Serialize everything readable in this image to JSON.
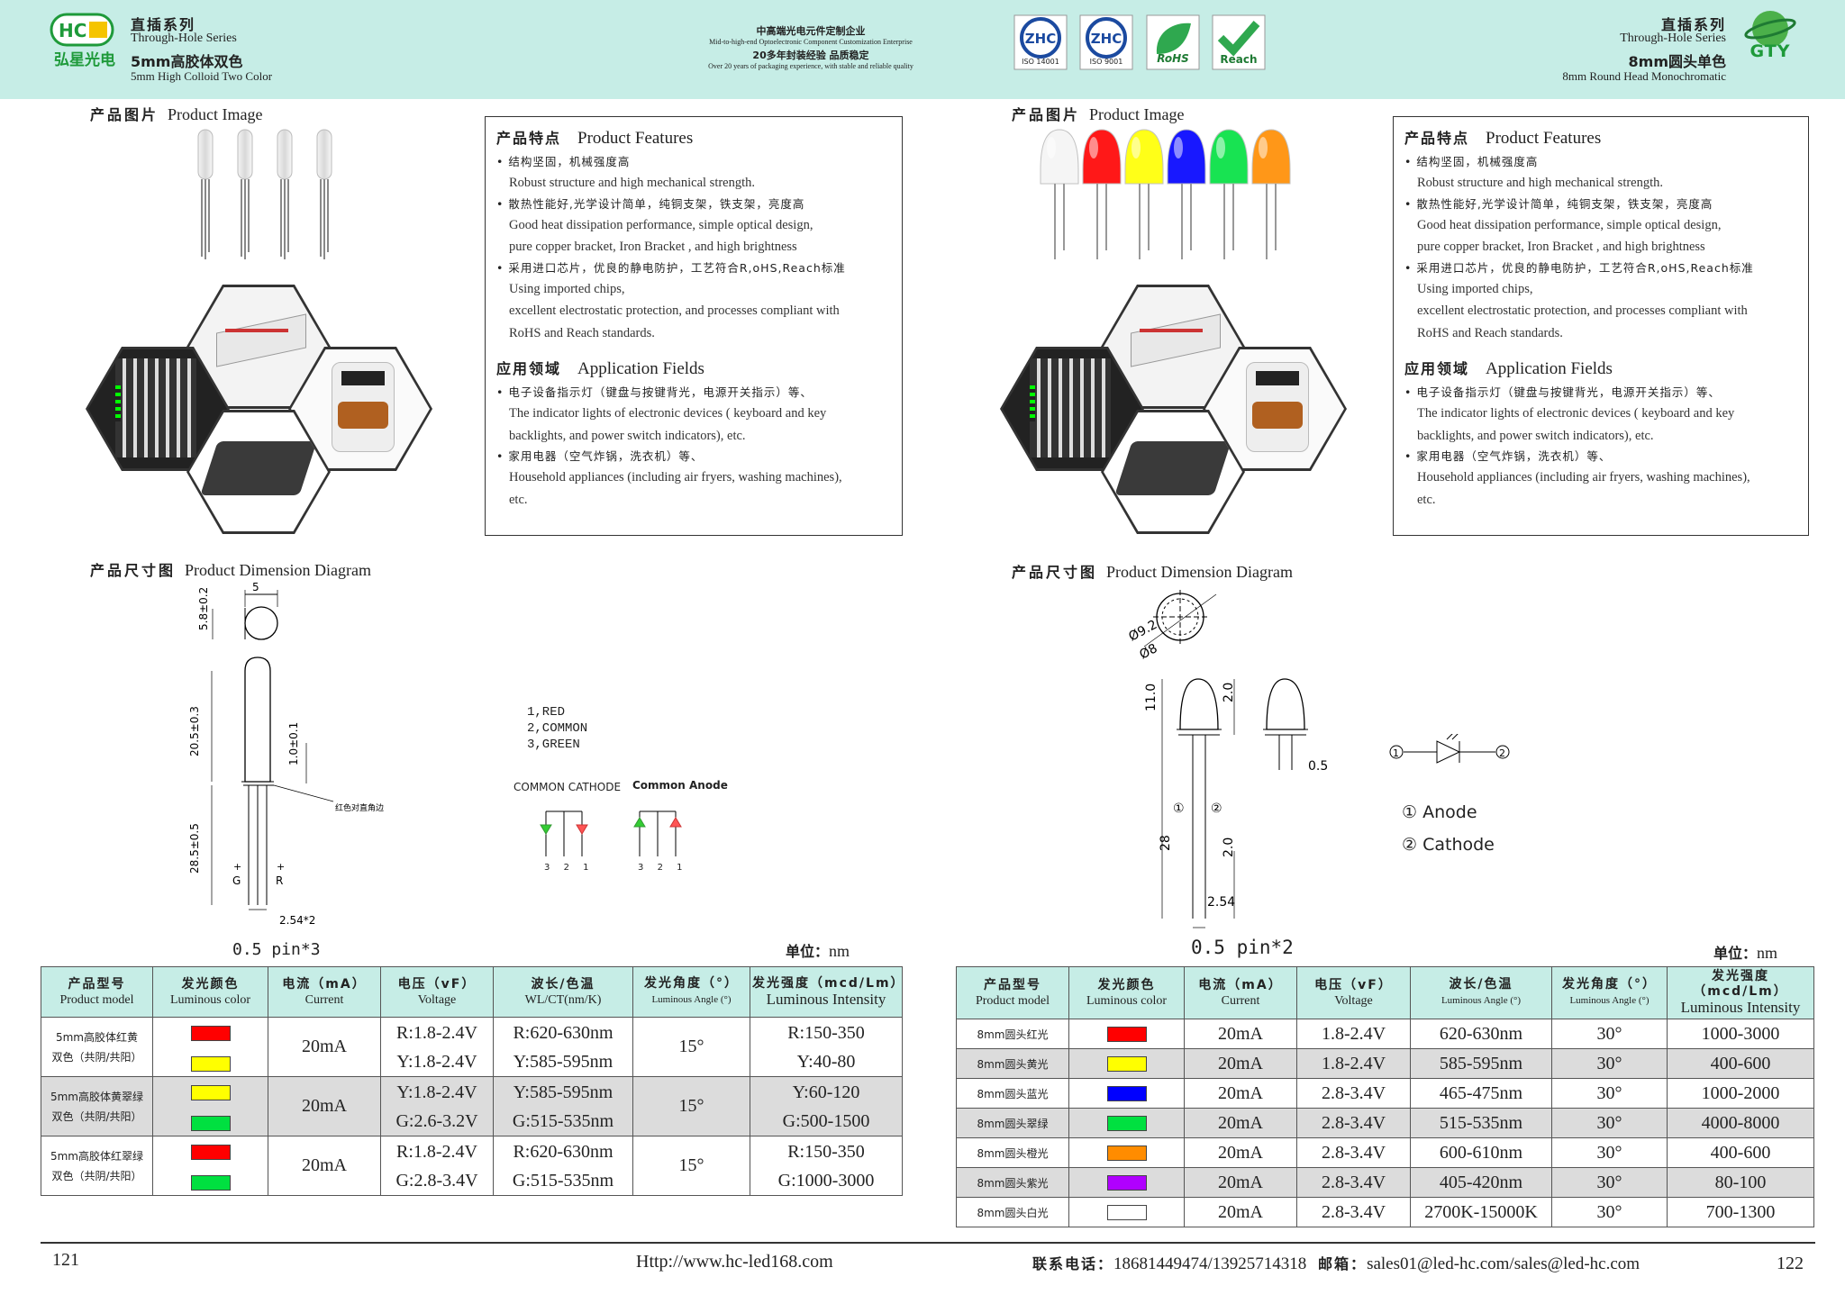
{
  "header": {
    "left_brand": "弘星光电",
    "left_logo_text": "HC",
    "left_series_cn": "直插系列",
    "left_series_en": "Through-Hole Series",
    "left_product_cn": "5mm高胶体双色",
    "left_product_en": "5mm High Colloid Two Color",
    "center_cn1": "中高端光电元件定制企业",
    "center_en1": "Mid-to-high-end Optoelectronic Component Customization Enterprise",
    "center_cn2": "20多年封装经验 品质稳定",
    "center_en2": "Over 20 years of packaging experience, with stable and reliable quality",
    "cert1": "ISO 14001",
    "cert2": "ISO 9001",
    "cert3": "RoHS",
    "cert4": "Reach",
    "right_series_cn": "直插系列",
    "right_series_en": "Through-Hole Series",
    "right_product_cn": "8mm圆头单色",
    "right_product_en": "8mm Round Head Monochromatic",
    "right_logo": "GTY"
  },
  "left": {
    "image_title_cn": "产品图片",
    "image_title_en": "Product Image",
    "features": {
      "title_cn": "产品特点",
      "title_en": "Product Features",
      "items": [
        {
          "cn": "结构坚固，机械强度高",
          "en": [
            "Robust structure and high mechanical strength."
          ]
        },
        {
          "cn": "散热性能好,光学设计简单，纯铜支架，铁支架，亮度高",
          "en": [
            "Good heat dissipation performance, simple optical design,",
            "pure copper bracket, Iron Bracket , and high brightness"
          ]
        },
        {
          "cn": "采用进口芯片，优良的静电防护，工艺符合R,oHS,Reach标准",
          "en": [
            "Using imported chips,",
            "excellent electrostatic protection, and processes compliant with",
            "RoHS and Reach standards."
          ]
        }
      ],
      "app_title_cn": "应用领域",
      "app_title_en": "Application Fields",
      "apps": [
        {
          "cn": "电子设备指示灯（键盘与按键背光，电源开关指示）等、",
          "en": [
            "The indicator lights of electronic devices ( keyboard and key",
            "backlights, and power switch indicators), etc."
          ]
        },
        {
          "cn": "家用电器（空气炸锅，洗衣机）等、",
          "en": [
            "Household appliances (including air fryers, washing machines),",
            "etc."
          ]
        }
      ]
    },
    "dim_title_cn": "产品尺寸图",
    "dim_title_en": "Product Dimension Diagram",
    "dims": {
      "w": "5",
      "h1": "5.8±0.2",
      "h2": "20.5±0.3",
      "lead": "1.0±0.1",
      "pin": "28.5±0.5",
      "pitch": "2.54*2",
      "note": "红色对直角边",
      "g": "G",
      "r": "R",
      "pin_note": "0.5  pin*3"
    },
    "pins": [
      "1,RED",
      "2,COMMON",
      "3,GREEN"
    ],
    "cc_label": "COMMON CATHODE",
    "ca_label": "Common Anode",
    "pin_nums": [
      "3",
      "2",
      "1"
    ],
    "unit_cn": "单位：",
    "unit_en": "nm",
    "table": {
      "headers": [
        {
          "cn": "产品型号",
          "en": "Product model"
        },
        {
          "cn": "发光颜色",
          "en": "Luminous color"
        },
        {
          "cn": "电流（mA）",
          "en": "Current"
        },
        {
          "cn": "电压（vF）",
          "en": "Voltage"
        },
        {
          "cn": "波长/色温",
          "en": "WL/CT(nm/K)"
        },
        {
          "cn": "发光角度（°）",
          "en": "Luminous Angle (°)"
        },
        {
          "cn": "发光强度（mcd/Lm）",
          "en": "Luminous Intensity"
        }
      ],
      "rows": [
        {
          "model1": "5mm高胶体红黄",
          "model2": "双色（共阴/共阳）",
          "c1": "#ff0000",
          "c2": "#ffff00",
          "current": "20mA",
          "v1": "R:1.8-2.4V",
          "v2": "Y:1.8-2.4V",
          "w1": "R:620-630nm",
          "w2": "Y:585-595nm",
          "angle": "15°",
          "i1": "R:150-350",
          "i2": "Y:40-80"
        },
        {
          "model1": "5mm高胶体黄翠绿",
          "model2": "双色（共阴/共阳）",
          "c1": "#ffff00",
          "c2": "#00e040",
          "current": "20mA",
          "v1": "Y:1.8-2.4V",
          "v2": "G:2.6-3.2V",
          "w1": "Y:585-595nm",
          "w2": "G:515-535nm",
          "angle": "15°",
          "i1": "Y:60-120",
          "i2": "G:500-1500"
        },
        {
          "model1": "5mm高胶体红翠绿",
          "model2": "双色（共阴/共阳）",
          "c1": "#ff0000",
          "c2": "#00e040",
          "current": "20mA",
          "v1": "R:1.8-2.4V",
          "v2": "G:2.8-3.4V",
          "w1": "R:620-630nm",
          "w2": "G:515-535nm",
          "angle": "15°",
          "i1": "R:150-350",
          "i2": "G:1000-3000"
        }
      ]
    },
    "page_no": "121",
    "url": "Http://www.hc-led168.com"
  },
  "right": {
    "image_title_cn": "产品图片",
    "image_title_en": "Product Image",
    "dim_title_cn": "产品尺寸图",
    "dim_title_en": "Product Dimension Diagram",
    "dims": {
      "d1": "Ø9.2",
      "d2": "Ø8",
      "h": "11.0",
      "t": "2.0",
      "lead": "0.5",
      "len": "28",
      "t2": "2.0",
      "pitch": "2.54",
      "pin_note": "0.5  pin*2",
      "p1": "①",
      "p2": "②"
    },
    "legend": [
      {
        "n": "①",
        "t": "Anode"
      },
      {
        "n": "②",
        "t": "Cathode"
      }
    ],
    "unit_cn": "单位：",
    "unit_en": "nm",
    "table": {
      "headers": [
        {
          "cn": "产品型号",
          "en": "Product model"
        },
        {
          "cn": "发光颜色",
          "en": "Luminous color"
        },
        {
          "cn": "电流（mA）",
          "en": "Current"
        },
        {
          "cn": "电压（vF）",
          "en": "Voltage"
        },
        {
          "cn": "波长/色温",
          "en": "Luminous Angle (°)"
        },
        {
          "cn": "发光角度（°）",
          "en": "Luminous Angle (°)"
        },
        {
          "cn": "发光强度（mcd/Lm）",
          "en": "Luminous Intensity"
        }
      ],
      "rows": [
        {
          "model": "8mm圆头红光",
          "color": "#ff0000",
          "current": "20mA",
          "voltage": "1.8-2.4V",
          "wl": "620-630nm",
          "angle": "30°",
          "intensity": "1000-3000"
        },
        {
          "model": "8mm圆头黄光",
          "color": "#ffff00",
          "current": "20mA",
          "voltage": "1.8-2.4V",
          "wl": "585-595nm",
          "angle": "30°",
          "intensity": "400-600"
        },
        {
          "model": "8mm圆头蓝光",
          "color": "#0000ff",
          "current": "20mA",
          "voltage": "2.8-3.4V",
          "wl": "465-475nm",
          "angle": "30°",
          "intensity": "1000-2000"
        },
        {
          "model": "8mm圆头翠绿",
          "color": "#00e040",
          "current": "20mA",
          "voltage": "2.8-3.4V",
          "wl": "515-535nm",
          "angle": "30°",
          "intensity": "4000-8000"
        },
        {
          "model": "8mm圆头橙光",
          "color": "#ff8c00",
          "current": "20mA",
          "voltage": "2.8-3.4V",
          "wl": "600-610nm",
          "angle": "30°",
          "intensity": "400-600"
        },
        {
          "model": "8mm圆头紫光",
          "color": "#b000ff",
          "current": "20mA",
          "voltage": "2.8-3.4V",
          "wl": "405-420nm",
          "angle": "30°",
          "intensity": "80-100"
        },
        {
          "model": "8mm圆头白光",
          "color": "#ffffff",
          "current": "20mA",
          "voltage": "2.8-3.4V",
          "wl": "2700K-15000K",
          "angle": "30°",
          "intensity": "700-1300"
        }
      ]
    },
    "contact_cn": "联系电话：",
    "phone": "18681449474/13925714318",
    "email_cn": "邮箱：",
    "email": "sales01@led-hc.com/sales@led-hc.com",
    "page_no": "122"
  }
}
